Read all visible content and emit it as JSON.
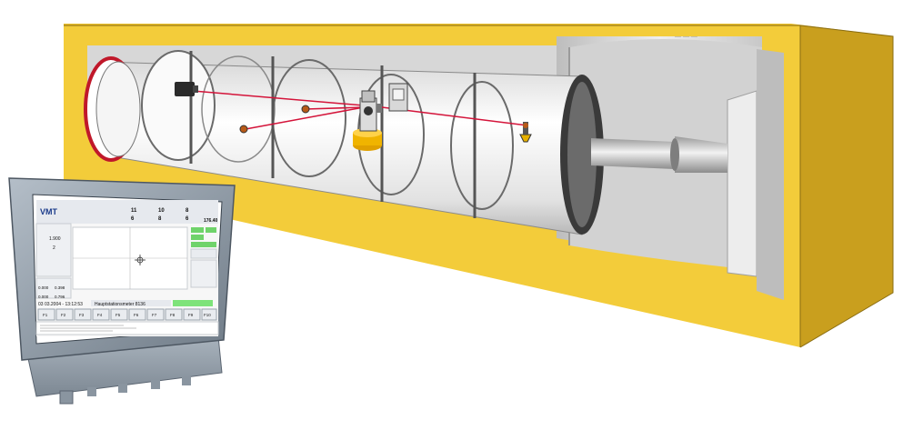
{
  "brand": "VMT",
  "monitor": {
    "header_values": [
      {
        "top": "11",
        "bottom": "6"
      },
      {
        "top": "10",
        "bottom": "8"
      },
      {
        "top": "8",
        "bottom": "6"
      }
    ],
    "side_value": "176.40",
    "left_values": [
      "1.900",
      "2"
    ],
    "bottom_left_values": [
      "0.000",
      "0.398"
    ],
    "bottom_left_values2": [
      "0.000",
      "0.796"
    ],
    "date_line": "03 03.2004 - 13:12:53",
    "status_text": "Hauptstationsmeter 8136",
    "function_keys": [
      "F1",
      "F2",
      "F3",
      "F4",
      "F5",
      "F6",
      "F7",
      "F8",
      "F9",
      "F10"
    ],
    "colors": {
      "status_green": "#7ee37a",
      "button_green": "#6fd36a",
      "screen_bg": "#ffffff",
      "bezel": "#8e9aa6"
    }
  },
  "colors": {
    "enclosure": "#f3cc3a",
    "enclosure_dark": "#caa21f",
    "laser": "#d4143a",
    "pipe": "#f0f0f0"
  },
  "icons": [
    "laser-target-icon",
    "theodolite-icon",
    "target-board-icon",
    "reflector-prism-icon"
  ]
}
